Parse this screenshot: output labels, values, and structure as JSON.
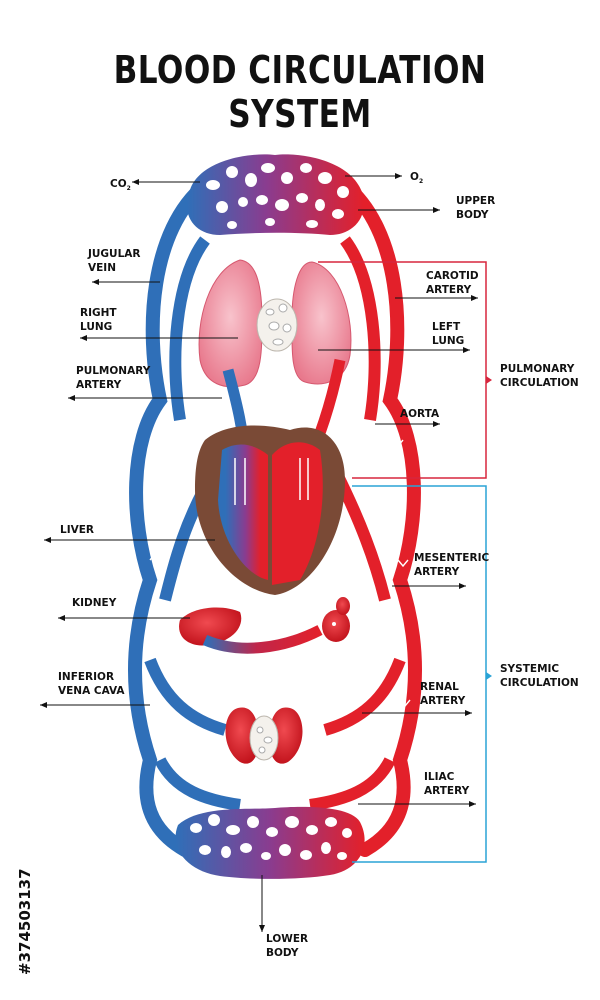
{
  "title": "BLOOD CIRCULATION SYSTEM",
  "labels": {
    "co2": "CO",
    "co2_sub": "2",
    "o2": "O",
    "o2_sub": "2",
    "upper_body_1": "UPPER",
    "upper_body_2": "BODY",
    "jugular_1": "JUGULAR",
    "jugular_2": "VEIN",
    "right_lung_1": "RIGHT",
    "right_lung_2": "LUNG",
    "pulm_artery_1": "PULMONARY",
    "pulm_artery_2": "ARTERY",
    "carotid_1": "CAROTID",
    "carotid_2": "ARTERY",
    "left_lung_1": "LEFT",
    "left_lung_2": "LUNG",
    "aorta": "AORTA",
    "pulm_circ_1": "PULMONARY",
    "pulm_circ_2": "CIRCULATION",
    "liver": "LIVER",
    "mesenteric_1": "MESENTERIC",
    "mesenteric_2": "ARTERY",
    "kidney": "KIDNEY",
    "systemic_1": "SYSTEMIC",
    "systemic_2": "CIRCULATION",
    "ivc_1": "INFERIOR",
    "ivc_2": "VENA CAVA",
    "renal_1": "RENAL",
    "renal_2": "ARTERY",
    "iliac_1": "ILIAC",
    "iliac_2": "ARTERY",
    "lower_1": "LOWER",
    "lower_2": "BODY"
  },
  "stock_id": "#374503137",
  "colors": {
    "vein": "#2f6fb8",
    "artery": "#e3202a",
    "pulmonary_bracket": "#d7263d",
    "systemic_bracket": "#2aa3d6",
    "heart_muscle": "#7a4a36",
    "lung": "#f2a3b0"
  }
}
